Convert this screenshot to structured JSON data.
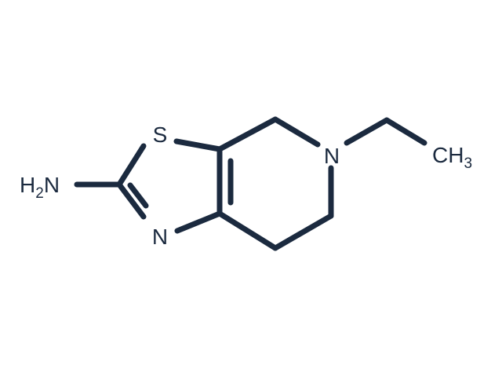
{
  "structure": {
    "atoms": {
      "sulfur": "S",
      "ring_nitrogen": "N",
      "thiazole_nitrogen": "N",
      "amine_group": {
        "prefix": "H",
        "subscript": "2",
        "suffix": "N"
      },
      "methyl_group": {
        "prefix": "CH",
        "subscript": "3"
      }
    },
    "bond_color": "#1b2a3f"
  }
}
